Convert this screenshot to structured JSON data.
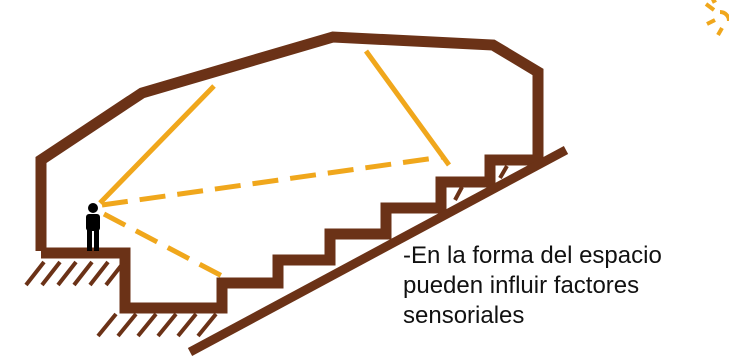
{
  "caption": {
    "lines": [
      "-En la forma del espacio",
      "pueden influir factores",
      "sensoriales"
    ]
  },
  "colors": {
    "structure": "#6b3217",
    "sight_lines": "#f0a71c",
    "person": "#000000",
    "sun": "#f0a71c"
  },
  "icons": {
    "person": "person-icon",
    "sun": "sun-icon"
  }
}
